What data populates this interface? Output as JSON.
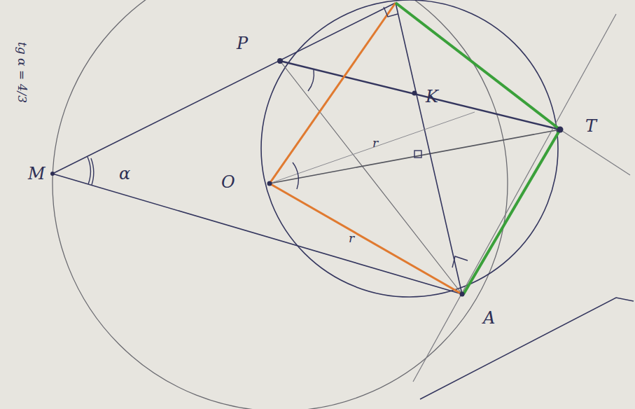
{
  "diagram": {
    "labels": [
      "M",
      "P",
      "O",
      "K",
      "T",
      "A",
      "α",
      "r",
      "r",
      "tg α = 4/3"
    ]
  }
}
